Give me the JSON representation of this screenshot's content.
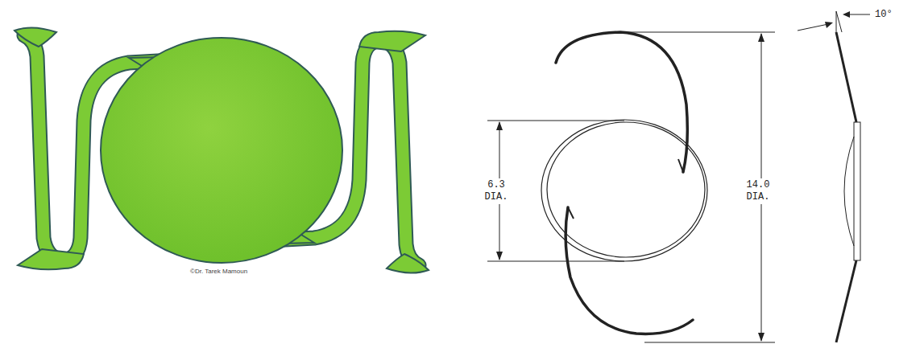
{
  "diagram": {
    "labels": [
      "©Dr. Tarek Mamoun",
      "6.3 DIA.",
      "14.0 DIA.",
      "10°"
    ]
  }
}
